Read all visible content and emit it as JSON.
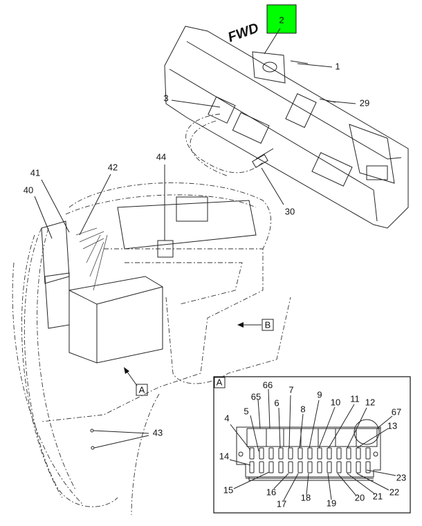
{
  "direction_label": "FWD",
  "highlight_color": "#00ff00",
  "highlighted_callout": "2",
  "callouts": {
    "c1": "1",
    "c2": "2",
    "c3": "3",
    "c29": "29",
    "c30": "30",
    "c40": "40",
    "c41": "41",
    "c42": "42",
    "c43": "43",
    "c44": "44"
  },
  "view_refs": {
    "a": "A",
    "b": "B"
  },
  "detail_a": {
    "title": "A",
    "callouts": {
      "c4": "4",
      "c5": "5",
      "c6": "6",
      "c7": "7",
      "c8": "8",
      "c9": "9",
      "c10": "10",
      "c11": "11",
      "c12": "12",
      "c13": "13",
      "c14": "14",
      "c15": "15",
      "c16": "16",
      "c17": "17",
      "c18": "18",
      "c19": "19",
      "c20": "20",
      "c21": "21",
      "c22": "22",
      "c23": "23",
      "c65": "65",
      "c66": "66",
      "c67": "67"
    }
  }
}
